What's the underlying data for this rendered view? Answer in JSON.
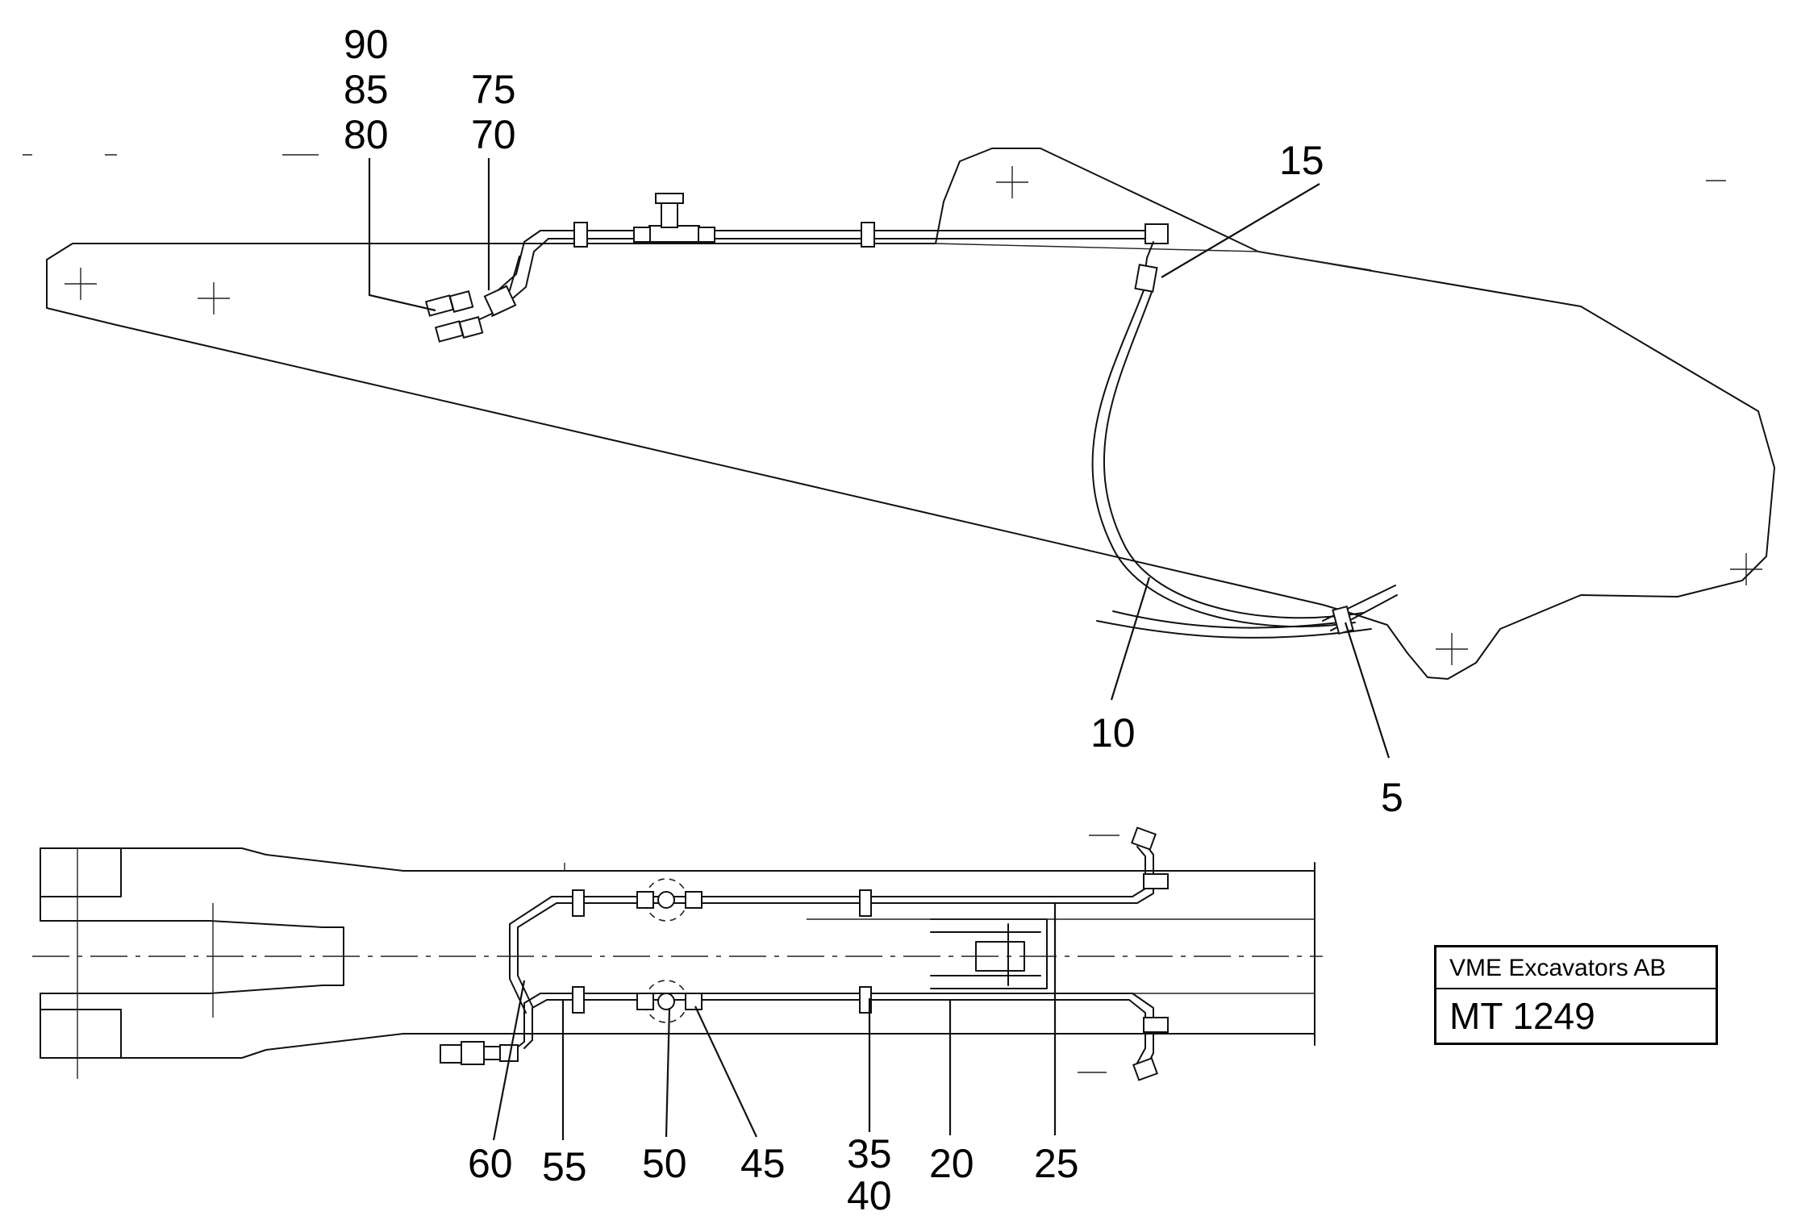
{
  "callouts": {
    "c90": "90",
    "c85": "85",
    "c80": "80",
    "c75": "75",
    "c70": "70",
    "c15": "15",
    "c10": "10",
    "c5": "5",
    "c60": "60",
    "c55": "55",
    "c50": "50",
    "c45": "45",
    "c35": "35",
    "c40": "40",
    "c20": "20",
    "c25": "25"
  },
  "title_block": {
    "company": "VME Excavators AB",
    "drawing_number": "MT 1249"
  }
}
